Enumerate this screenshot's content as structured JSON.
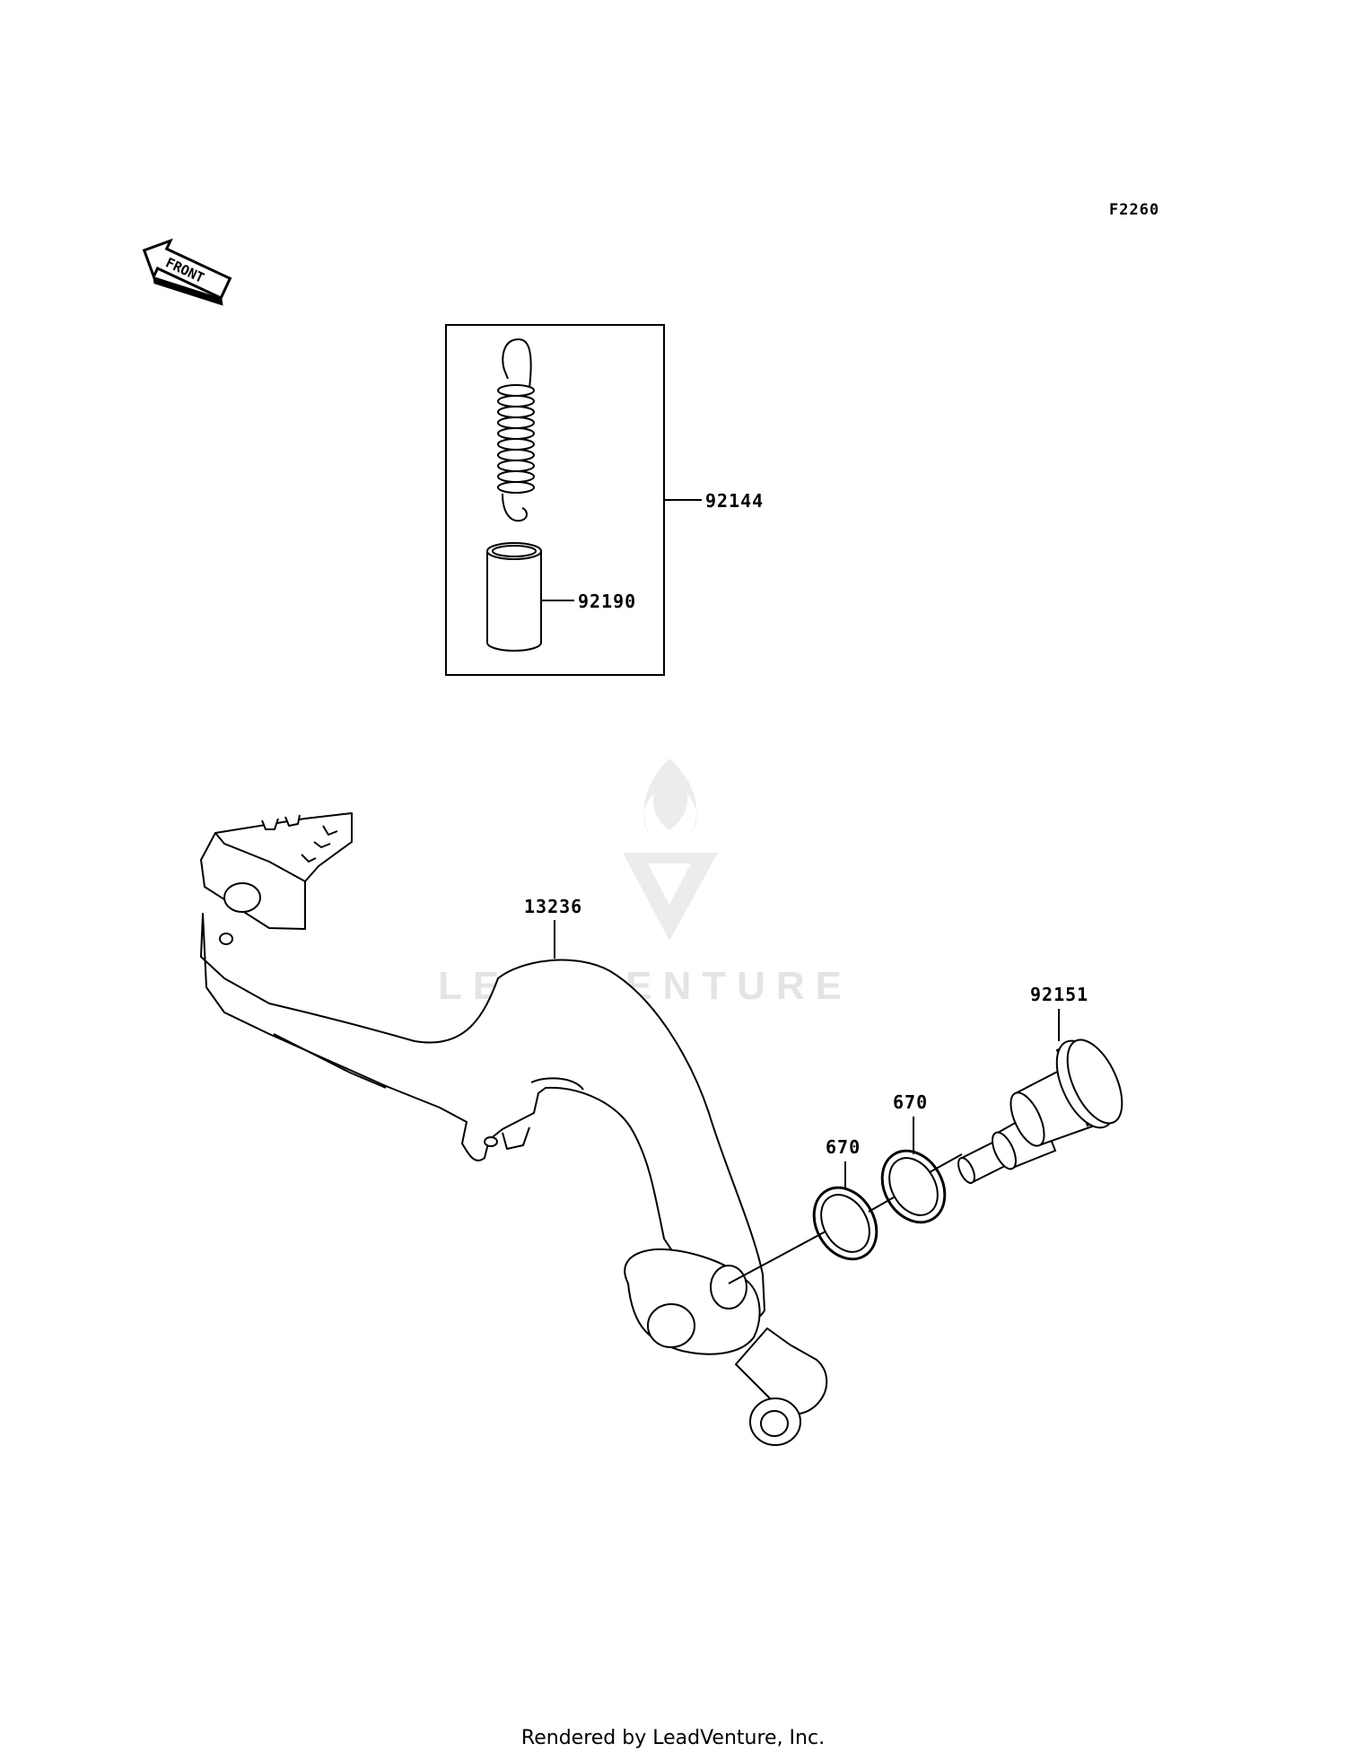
{
  "diagram": {
    "code": "F2260",
    "orientation_label": "FRONT",
    "parts": {
      "spring_kit": "92144",
      "collar": "92190",
      "brake_pedal": "13236",
      "pivot_bolt": "92151",
      "oring_left": "670",
      "oring_right": "670"
    }
  },
  "watermark": {
    "text": "LEADVENTURE"
  },
  "footer": {
    "text": "Rendered by LeadVenture, Inc."
  }
}
